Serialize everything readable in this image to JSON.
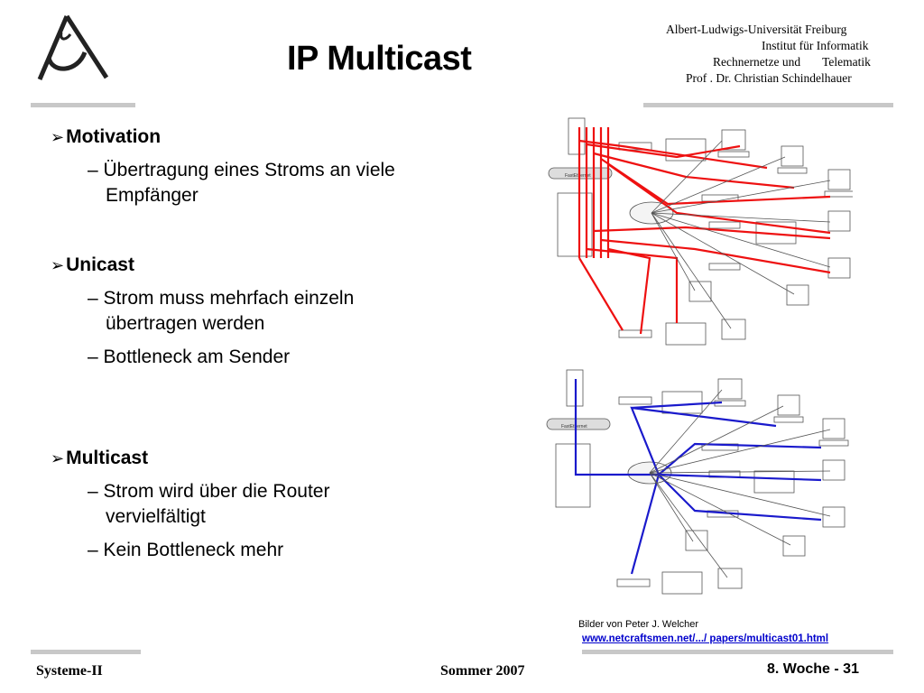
{
  "slide": {
    "title": "IP Multicast",
    "institution": {
      "line1": "Albert-Ludwigs-Universität Freiburg",
      "line2": "Institut für Informatik",
      "line3a": "Rechnernetze und",
      "line3b": "Telematik",
      "line4": "Prof . Dr. Christian Schindelhauer"
    },
    "bullets": [
      {
        "heading": "Motivation",
        "subs": [
          [
            "– Übertragung eines Stroms an viele",
            "Empfänger"
          ]
        ]
      },
      {
        "heading": "Unicast",
        "subs": [
          [
            "– Strom muss mehrfach einzeln",
            "übertragen werden"
          ],
          [
            "– Bottleneck am Sender"
          ]
        ]
      },
      {
        "heading": "Multicast",
        "subs": [
          [
            "– Strom wird über die Router",
            "vervielfältigt"
          ],
          [
            "– Kein Bottleneck mehr"
          ]
        ]
      }
    ],
    "figure_credit": "Bilder von Peter J. Welcher",
    "figure_link": "www.netcraftsmen.net/.../ papers/multicast01.html",
    "diagram_label": "FastEthernet",
    "colors": {
      "unicast": "#ee1111",
      "multicast": "#1a1acc",
      "rule": "#c8c8c8",
      "link": "#0000cc"
    }
  },
  "footer": {
    "left": "Systeme-II",
    "center": "Sommer 2007",
    "right": "8. Woche - 31"
  }
}
